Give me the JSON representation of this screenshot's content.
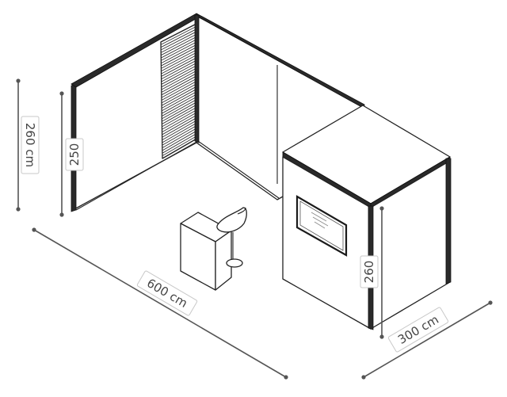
{
  "dimensions": {
    "total_height": "260 cm",
    "wall_height": "250",
    "width": "600 cm",
    "depth": "300 cm",
    "storage_height": "260"
  },
  "colors": {
    "line": "#222222",
    "dimension": "#555555",
    "label_border": "#c8c8c8",
    "background": "#ffffff"
  }
}
